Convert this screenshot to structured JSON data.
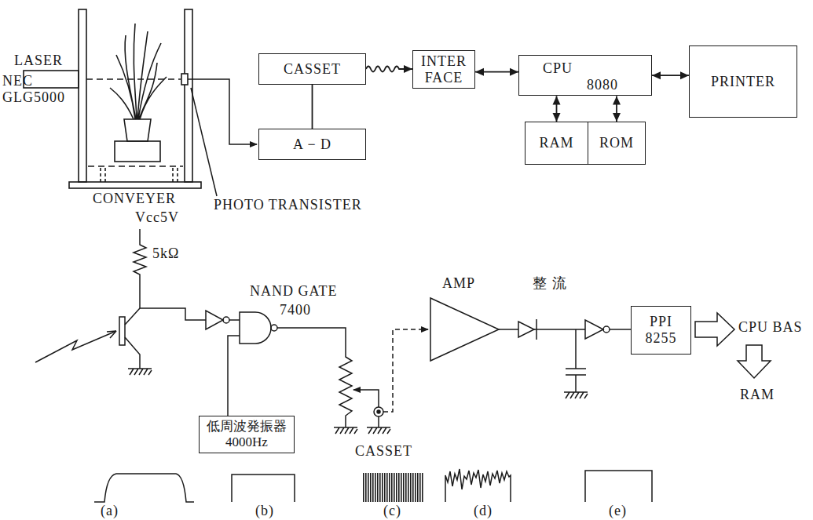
{
  "diagram": {
    "nodes": [
      {
        "text": [
          "CASSET"
        ]
      },
      {
        "text": [
          "A − D"
        ]
      },
      {
        "text": [
          "INTER FACE"
        ]
      },
      {
        "text": [
          "CPU",
          "8080"
        ]
      },
      {
        "text": [
          "RAM"
        ]
      },
      {
        "text": [
          "ROM"
        ]
      },
      {
        "text": [
          "PRINTER"
        ]
      },
      {
        "text": [
          "低周波発振器 4000Hz"
        ]
      },
      {
        "text": [
          "PPI 8255"
        ]
      }
    ],
    "edges": [
      {
        "from": 0,
        "to": 2,
        "arrow": "to"
      },
      {
        "from": 2,
        "to": 3,
        "arrow": "both"
      },
      {
        "from": 3,
        "to": 6,
        "arrow": "both"
      },
      {
        "from": 3,
        "to": 4,
        "arrow": "both"
      },
      {
        "from": 3,
        "to": 5,
        "arrow": "both"
      },
      {
        "from": 0,
        "to": 1,
        "arrow": "none"
      }
    ],
    "labels": [
      "LASER",
      "NEC",
      "GLG5000",
      "CONVEYER",
      "PHOTO TRANSISTER",
      "Vcc5V",
      "5kΩ",
      "NAND GATE",
      "7400",
      "AMP",
      "整 流",
      "CPU BAS",
      "RAM",
      "CASSET",
      "(a)",
      "(b)",
      "(c)",
      "(d)",
      "(e)"
    ]
  }
}
